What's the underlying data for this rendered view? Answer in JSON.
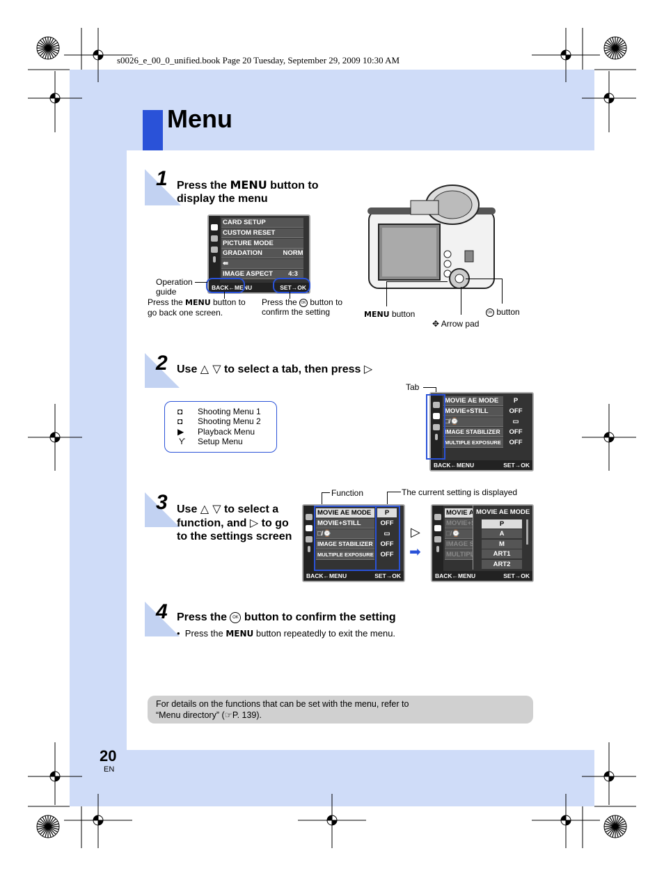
{
  "header": {
    "file_info": "s0026_e_00_0_unified.book  Page 20  Tuesday, September 29, 2009  10:30 AM"
  },
  "page": {
    "title": "Menu",
    "number": "20",
    "lang": "EN"
  },
  "colors": {
    "band": "#cfdcf8",
    "accent": "#2a52d8",
    "tri": "#c2d2f2",
    "note_bg": "#d0d0d0"
  },
  "step1": {
    "num": "1",
    "text_a": "Press the ",
    "menu_word": "MENU",
    "text_b": " button to display the menu",
    "lcd_rows": [
      "CARD SETUP",
      "CUSTOM RESET",
      "PICTURE MODE",
      "GRADATION",
      "",
      "IMAGE ASPECT"
    ],
    "lcd_vals": [
      "",
      "",
      "",
      "NORM",
      "",
      "4:3"
    ],
    "lcd_back": "BACK←MENU",
    "lcd_set": "SET→OK",
    "op_guide": "Operation guide",
    "back_note_a": "Press the ",
    "back_note_menu": "MENU",
    "back_note_b": " button to go back one screen.",
    "ok_note_a": "Press the ",
    "ok_note_icon": "OK",
    "ok_note_b": " button to confirm the setting",
    "menu_button_word": "MENU",
    "menu_button_label": " button",
    "ok_button_label": " button",
    "arrow_pad_label": "Arrow pad"
  },
  "step2": {
    "num": "2",
    "text_a": "Use ",
    "arrows": "△ ▽",
    "text_b": " to select a tab, then press ",
    "right": "▷",
    "tabs": [
      "Shooting Menu 1",
      "Shooting Menu 2",
      "Playback Menu",
      "Setup Menu"
    ],
    "tab_label": "Tab",
    "lcd_rows": [
      "MOVIE AE MODE",
      "MOVIE+STILL",
      "□/⌚",
      "IMAGE STABILIZER",
      "MULTIPLE EXPOSURE"
    ],
    "lcd_vals": [
      "P",
      "OFF",
      "▭",
      "OFF",
      "OFF"
    ]
  },
  "step3": {
    "num": "3",
    "text_a": "Use ",
    "arrows": "△ ▽",
    "text_b": " to select a function, and ",
    "right": "▷",
    "text_c": " to go to the settings screen",
    "function_label": "Function",
    "current_label": "The current setting is displayed",
    "submenu_title": "MOVIE AE MODE",
    "submenu_items": [
      "P",
      "A",
      "M",
      "ART1",
      "ART2"
    ],
    "left_rows_trunc": [
      "MOVIE A",
      "MOVIE+S",
      "□/⌚",
      "IMAGE ST",
      "MULTIPLE"
    ]
  },
  "step4": {
    "num": "4",
    "text_a": "Press the ",
    "ok_icon": "OK",
    "text_b": " button to confirm the setting",
    "bullet_a": "Press the ",
    "bullet_menu": "MENU",
    "bullet_b": " button repeatedly to exit the menu."
  },
  "note": {
    "line1": "For details on the functions that can be set with the menu, refer to",
    "line2": "“Menu directory” (☞P. 139)."
  }
}
